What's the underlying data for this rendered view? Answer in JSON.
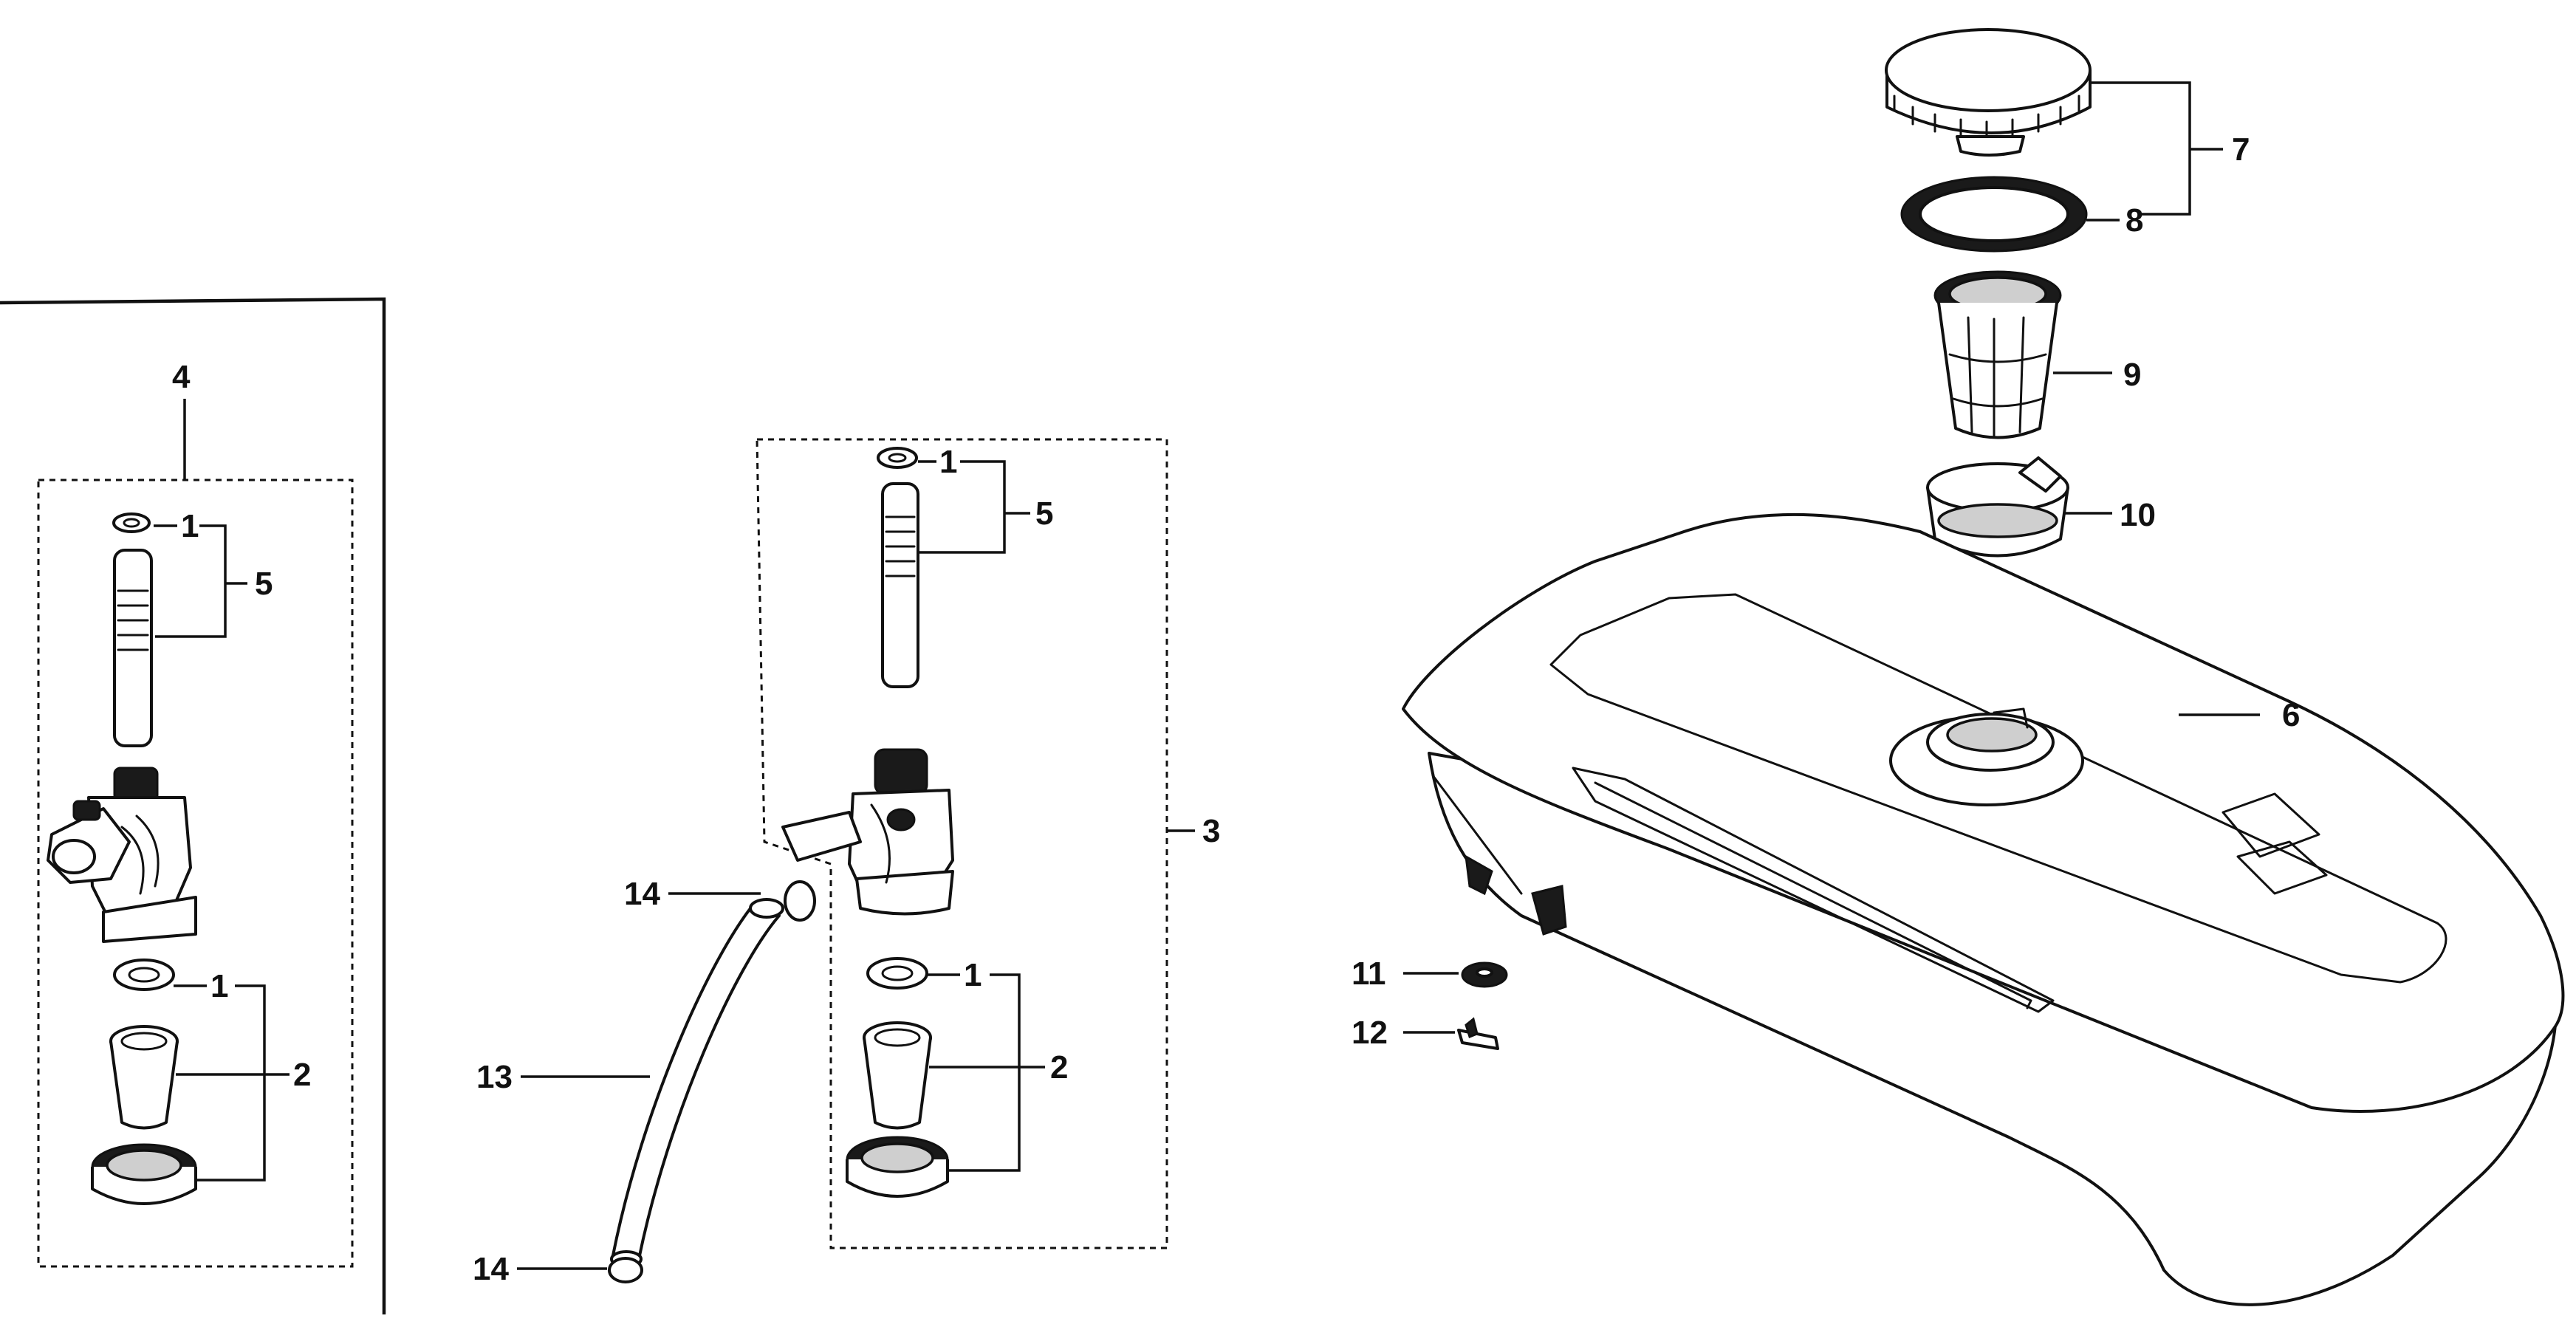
{
  "labels": {
    "cock_assembly_a": "4",
    "cock_assembly_b": "3",
    "packing_top": "1",
    "strainer_set": "5",
    "packing_cup": "1",
    "fuel_cup": "2",
    "fuel_tank": "6",
    "filler_cap_assy": "7",
    "cap_gasket": "8",
    "fuel_strainer": "9",
    "strainer_holder": "10",
    "washer": "11",
    "bolt": "12",
    "fuel_tube": "13",
    "tube_clip": "14"
  }
}
